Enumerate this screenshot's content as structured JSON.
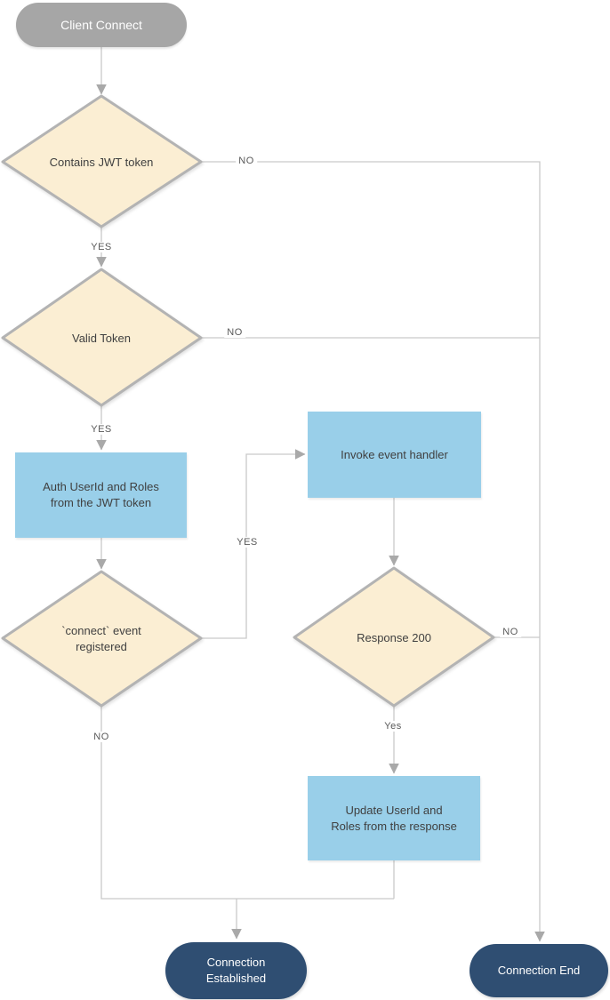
{
  "diagram_type": "flowchart",
  "colors": {
    "start_fill": "#a6a6a6",
    "decision_fill": "#fbeed3",
    "decision_border": "#b3b3b3",
    "process_fill": "#99cfe9",
    "terminal_fill": "#2f4e72",
    "connector": "#c9c9c9",
    "arrowhead": "#a9a9a9",
    "shape_text": "#404040",
    "edge_label_text": "#595959"
  },
  "nodes": {
    "client_connect": {
      "type": "start",
      "label": "Client Connect"
    },
    "contains_jwt": {
      "type": "decision",
      "label": "Contains JWT token"
    },
    "valid_token": {
      "type": "decision",
      "label": "Valid Token"
    },
    "auth_user": {
      "type": "process",
      "label": "Auth UserId and Roles\nfrom the JWT token"
    },
    "connect_event": {
      "type": "decision",
      "label": "`connect` event\nregistered"
    },
    "invoke_handler": {
      "type": "process",
      "label": "Invoke event handler"
    },
    "response_200": {
      "type": "decision",
      "label": "Response 200"
    },
    "update_user": {
      "type": "process",
      "label": "Update UserId and\nRoles from the response"
    },
    "connection_established": {
      "type": "terminal",
      "label": "Connection\nEstablished"
    },
    "connection_end": {
      "type": "terminal",
      "label": "Connection End"
    }
  },
  "edge_labels": {
    "contains_jwt_no": "NO",
    "contains_jwt_yes": "YES",
    "valid_token_no": "NO",
    "valid_token_yes": "YES",
    "connect_event_yes": "YES",
    "connect_event_no": "NO",
    "response_200_no": "NO",
    "response_200_yes": "Yes"
  }
}
